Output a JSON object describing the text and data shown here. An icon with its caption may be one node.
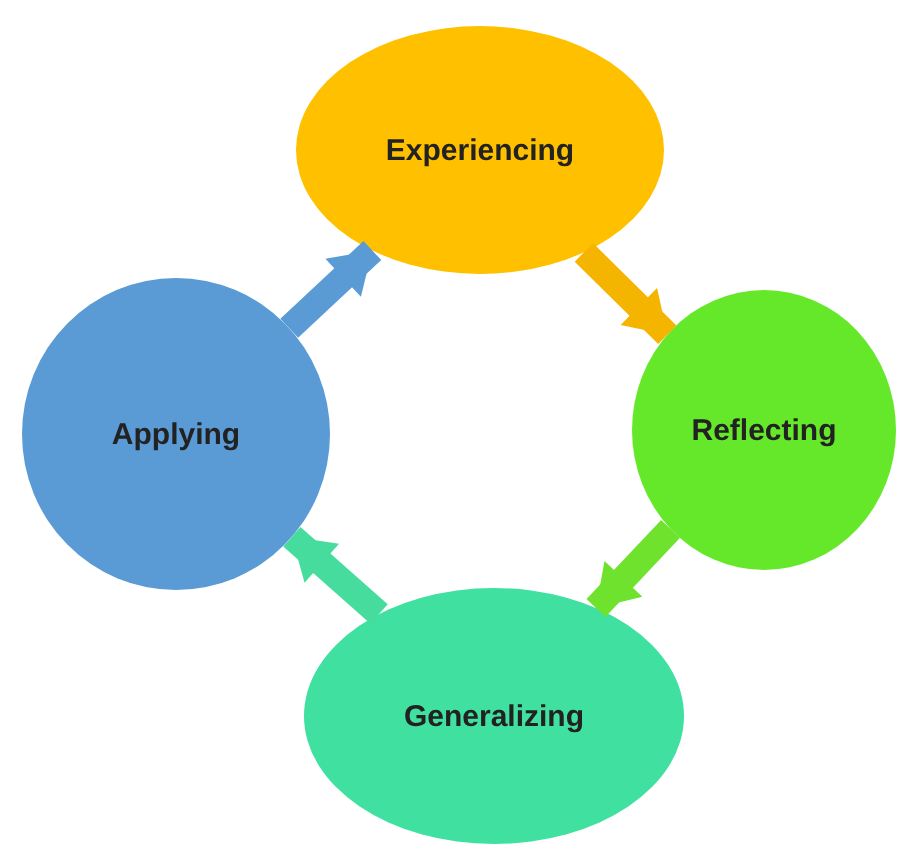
{
  "diagram": {
    "nodes": [
      {
        "text": [
          "Experiencing"
        ]
      },
      {
        "text": [
          "Reflecting"
        ]
      },
      {
        "text": [
          "Generalizing"
        ]
      },
      {
        "text": [
          "Applying"
        ]
      }
    ],
    "edges": [
      {
        "from": 0,
        "to": 1,
        "arrow": "to",
        "color": "#f5b400"
      },
      {
        "from": 1,
        "to": 2,
        "arrow": "to",
        "color": "#6fe22e"
      },
      {
        "from": 2,
        "to": 3,
        "arrow": "to",
        "color": "#45dc9e"
      },
      {
        "from": 3,
        "to": 0,
        "arrow": "to",
        "color": "#5b9bd5"
      }
    ]
  }
}
